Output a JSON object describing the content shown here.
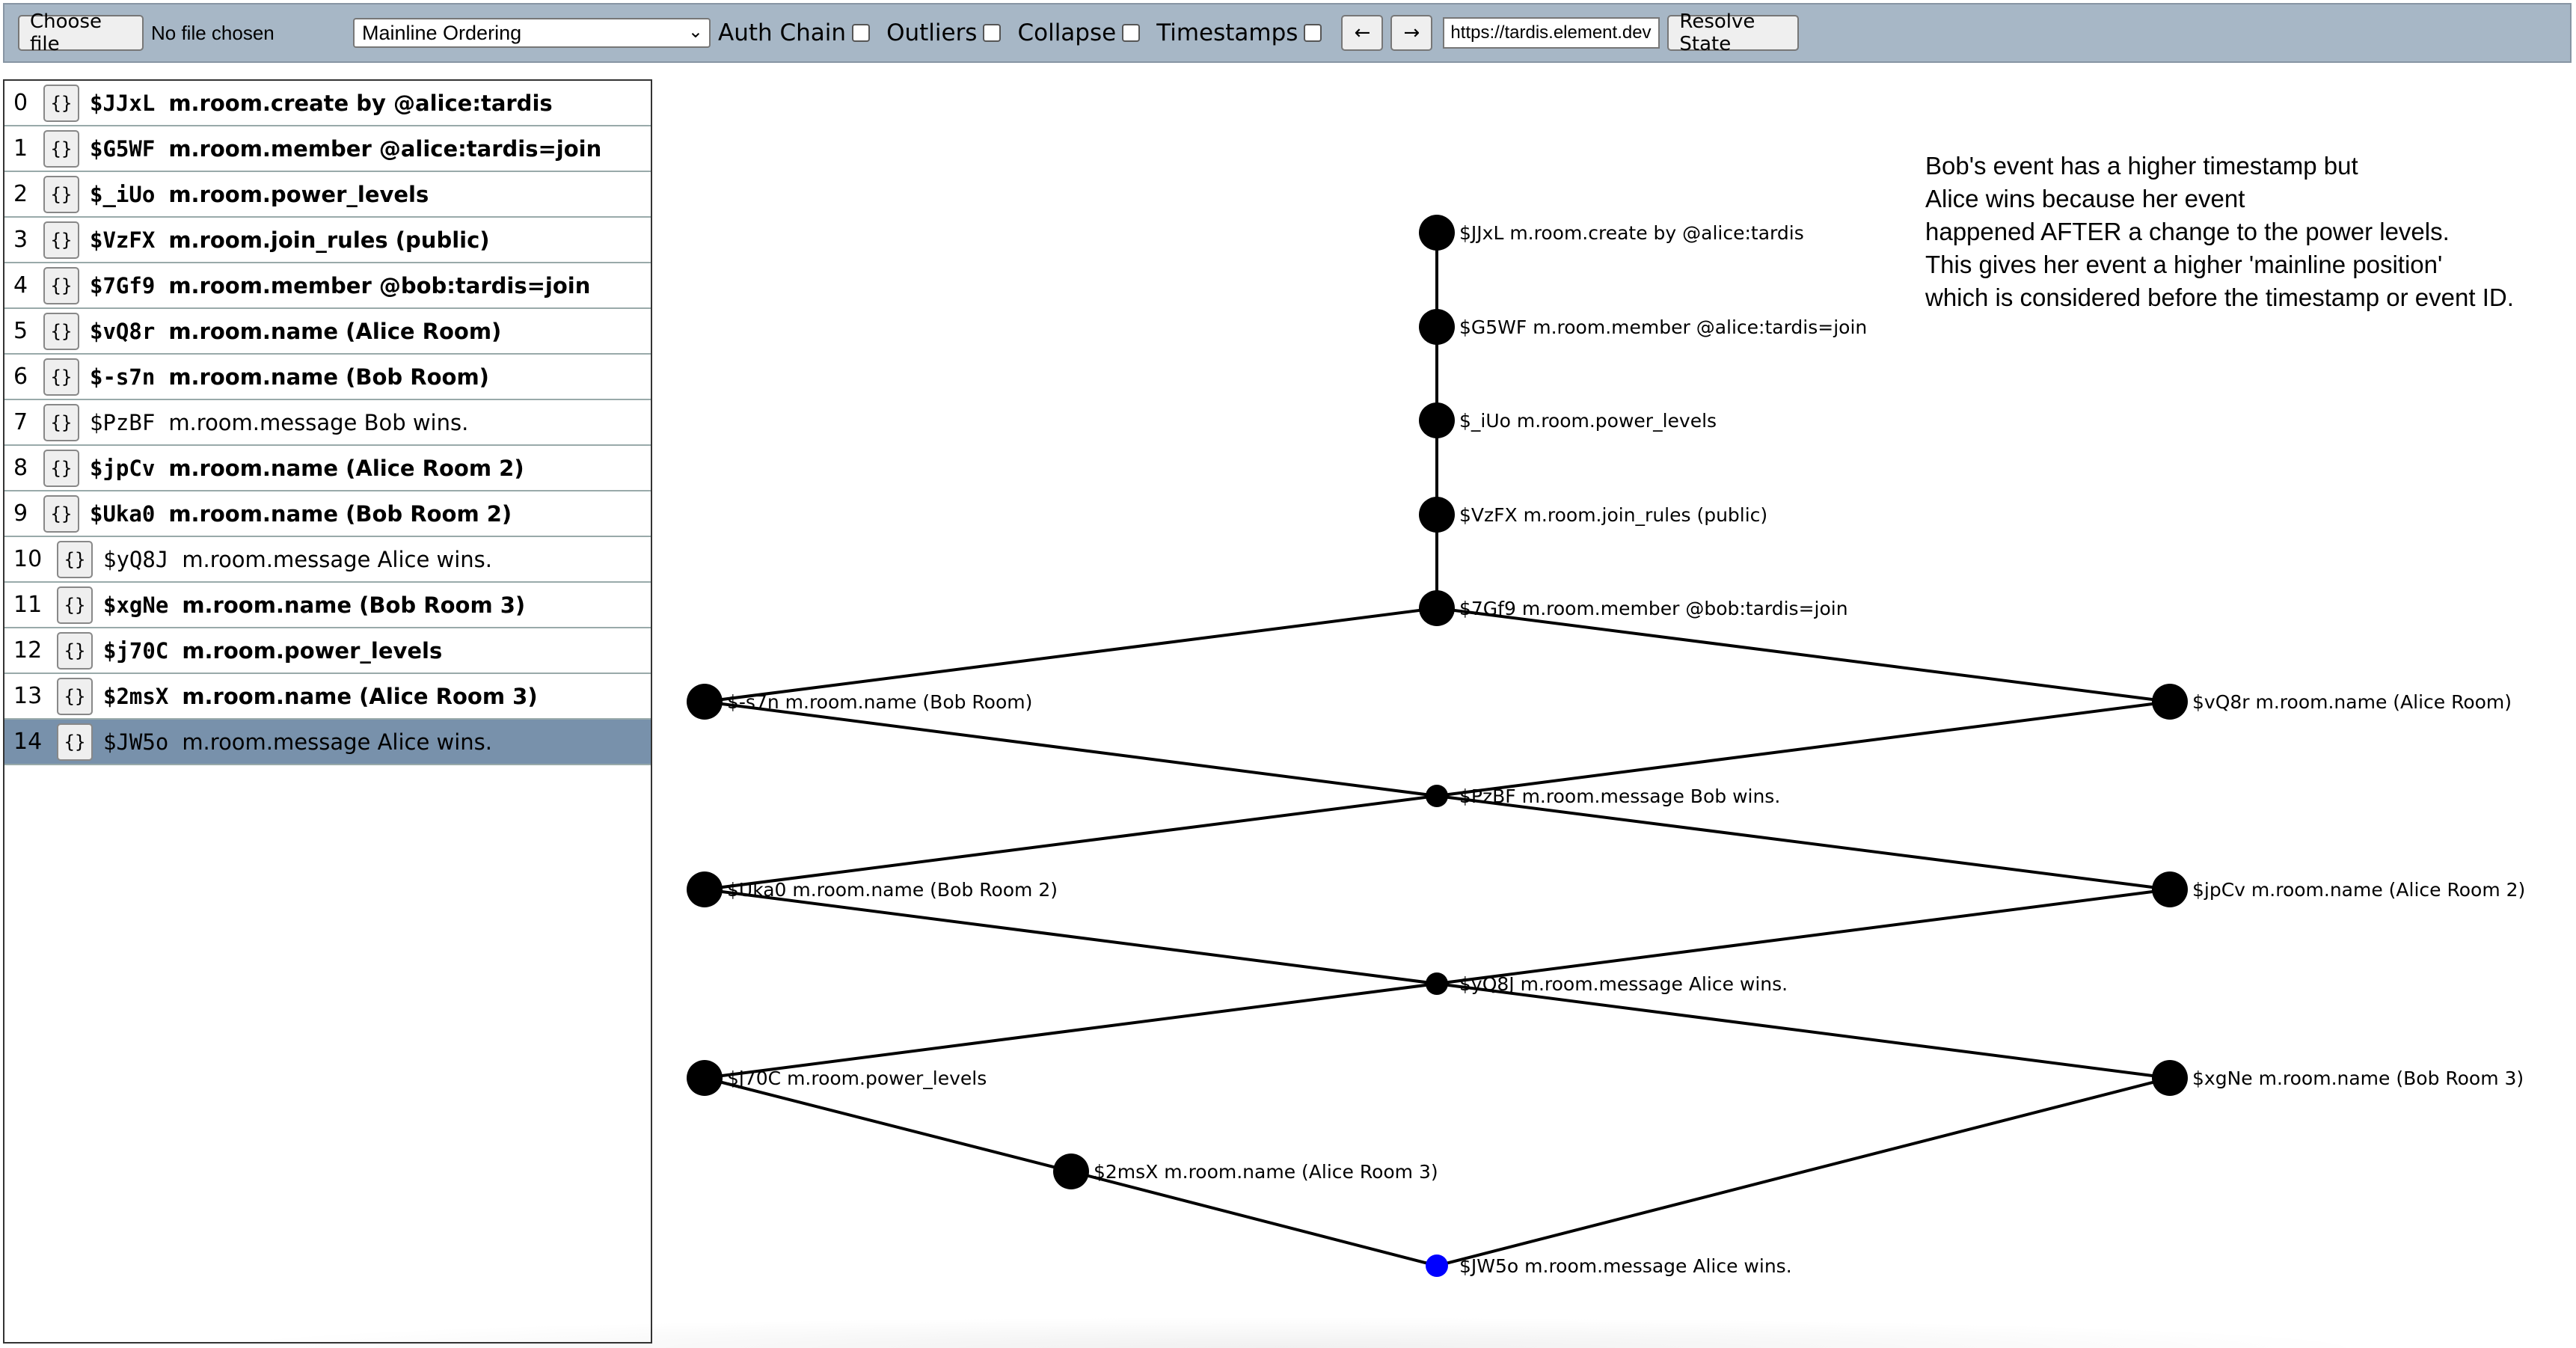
{
  "toolbar": {
    "choose_file_label": "Choose file",
    "no_file_text": "No file chosen",
    "ordering_selected": "Mainline Ordering",
    "auth_chain_label": "Auth Chain",
    "outliers_label": "Outliers",
    "collapse_label": "Collapse",
    "timestamps_label": "Timestamps",
    "back_label": "←",
    "forward_label": "→",
    "server_url": "https://tardis.element.dev",
    "resolve_label": "Resolve State"
  },
  "events": [
    {
      "index": "0",
      "json": "{}",
      "id": "$JJxL",
      "desc": "m.room.create by @alice:tardis",
      "bold": true
    },
    {
      "index": "1",
      "json": "{}",
      "id": "$G5WF",
      "desc": "m.room.member @alice:tardis=join",
      "bold": true
    },
    {
      "index": "2",
      "json": "{}",
      "id": "$_iUo",
      "desc": "m.room.power_levels",
      "bold": true
    },
    {
      "index": "3",
      "json": "{}",
      "id": "$VzFX",
      "desc": "m.room.join_rules (public)",
      "bold": true
    },
    {
      "index": "4",
      "json": "{}",
      "id": "$7Gf9",
      "desc": "m.room.member @bob:tardis=join",
      "bold": true
    },
    {
      "index": "5",
      "json": "{}",
      "id": "$vQ8r",
      "desc": "m.room.name (Alice Room)",
      "bold": true
    },
    {
      "index": "6",
      "json": "{}",
      "id": "$-s7n",
      "desc": "m.room.name (Bob Room)",
      "bold": true
    },
    {
      "index": "7",
      "json": "{}",
      "id": "$PzBF",
      "desc": "m.room.message Bob wins.",
      "bold": false
    },
    {
      "index": "8",
      "json": "{}",
      "id": "$jpCv",
      "desc": "m.room.name (Alice Room 2)",
      "bold": true
    },
    {
      "index": "9",
      "json": "{}",
      "id": "$Uka0",
      "desc": "m.room.name (Bob Room 2)",
      "bold": true
    },
    {
      "index": "10",
      "json": "{}",
      "id": "$yQ8J",
      "desc": "m.room.message Alice wins.",
      "bold": false
    },
    {
      "index": "11",
      "json": "{}",
      "id": "$xgNe",
      "desc": "m.room.name (Bob Room 3)",
      "bold": true
    },
    {
      "index": "12",
      "json": "{}",
      "id": "$j70C",
      "desc": "m.room.power_levels",
      "bold": true
    },
    {
      "index": "13",
      "json": "{}",
      "id": "$2msX",
      "desc": "m.room.name (Alice Room 3)",
      "bold": true
    },
    {
      "index": "14",
      "json": "{}",
      "id": "$JW5o",
      "desc": "m.room.message Alice wins.",
      "bold": false,
      "selected": true
    }
  ],
  "explanation": [
    "Bob's event has a higher timestamp but",
    "Alice wins because her event",
    "happened AFTER a change to the power levels.",
    "This gives her event a higher 'mainline position'",
    "which is considered before the timestamp or event ID."
  ],
  "graph": {
    "nodes": [
      {
        "key": "JJxL",
        "label": "$JJxL m.room.create by @alice:tardis",
        "kind": "state"
      },
      {
        "key": "G5WF",
        "label": "$G5WF m.room.member @alice:tardis=join",
        "kind": "state"
      },
      {
        "key": "iUo",
        "label": "$_iUo m.room.power_levels",
        "kind": "state"
      },
      {
        "key": "VzFX",
        "label": "$VzFX m.room.join_rules (public)",
        "kind": "state"
      },
      {
        "key": "7Gf9",
        "label": "$7Gf9 m.room.member @bob:tardis=join",
        "kind": "state"
      },
      {
        "key": "s7n",
        "label": "$-s7n m.room.name (Bob Room)",
        "kind": "state"
      },
      {
        "key": "vQ8r",
        "label": "$vQ8r m.room.name (Alice Room)",
        "kind": "state"
      },
      {
        "key": "PzBF",
        "label": "$PzBF m.room.message Bob wins.",
        "kind": "message"
      },
      {
        "key": "Uka0",
        "label": "$Uka0 m.room.name (Bob Room 2)",
        "kind": "state"
      },
      {
        "key": "jpCv",
        "label": "$jpCv m.room.name (Alice Room 2)",
        "kind": "state"
      },
      {
        "key": "yQ8J",
        "label": "$yQ8J m.room.message Alice wins.",
        "kind": "message"
      },
      {
        "key": "j70C",
        "label": "$j70C m.room.power_levels",
        "kind": "state"
      },
      {
        "key": "xgNe",
        "label": "$xgNe m.room.name (Bob Room 3)",
        "kind": "state"
      },
      {
        "key": "2msX",
        "label": "$2msX m.room.name (Alice Room 3)",
        "kind": "state"
      },
      {
        "key": "JW5o",
        "label": "$JW5o m.room.message Alice wins.",
        "kind": "selected"
      }
    ],
    "edges": [
      [
        "JJxL",
        "G5WF"
      ],
      [
        "G5WF",
        "iUo"
      ],
      [
        "iUo",
        "VzFX"
      ],
      [
        "VzFX",
        "7Gf9"
      ],
      [
        "7Gf9",
        "s7n"
      ],
      [
        "7Gf9",
        "vQ8r"
      ],
      [
        "s7n",
        "PzBF"
      ],
      [
        "vQ8r",
        "PzBF"
      ],
      [
        "PzBF",
        "Uka0"
      ],
      [
        "PzBF",
        "jpCv"
      ],
      [
        "Uka0",
        "yQ8J"
      ],
      [
        "jpCv",
        "yQ8J"
      ],
      [
        "yQ8J",
        "j70C"
      ],
      [
        "yQ8J",
        "xgNe"
      ],
      [
        "j70C",
        "2msX"
      ],
      [
        "2msX",
        "JW5o"
      ],
      [
        "xgNe",
        "JW5o"
      ]
    ],
    "colors": {
      "node": "#000000",
      "selected": "#0000ff",
      "edge": "#000000"
    }
  },
  "colors": {
    "toolbar_bg": "#a7b7c6",
    "selected_row": "#7891ab"
  }
}
